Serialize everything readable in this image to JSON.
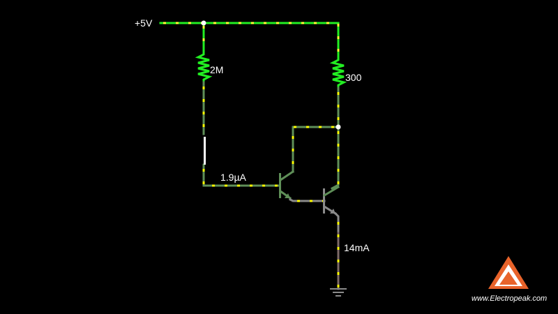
{
  "circuit": {
    "supply_label": "+5V",
    "resistor_base_label": "2M",
    "resistor_collector_label": "300",
    "base_current_label": "1.9µA",
    "emitter_current_label": "14mA"
  },
  "watermark": {
    "url": "www.Electropeak.com"
  },
  "colors": {
    "background": "#000000",
    "wire_high": "#22ee22",
    "wire_mid": "#5f8f58",
    "wire_low": "#8a8a8a",
    "current_dots": "#ffff00",
    "logo_orange": "#e8632a"
  }
}
